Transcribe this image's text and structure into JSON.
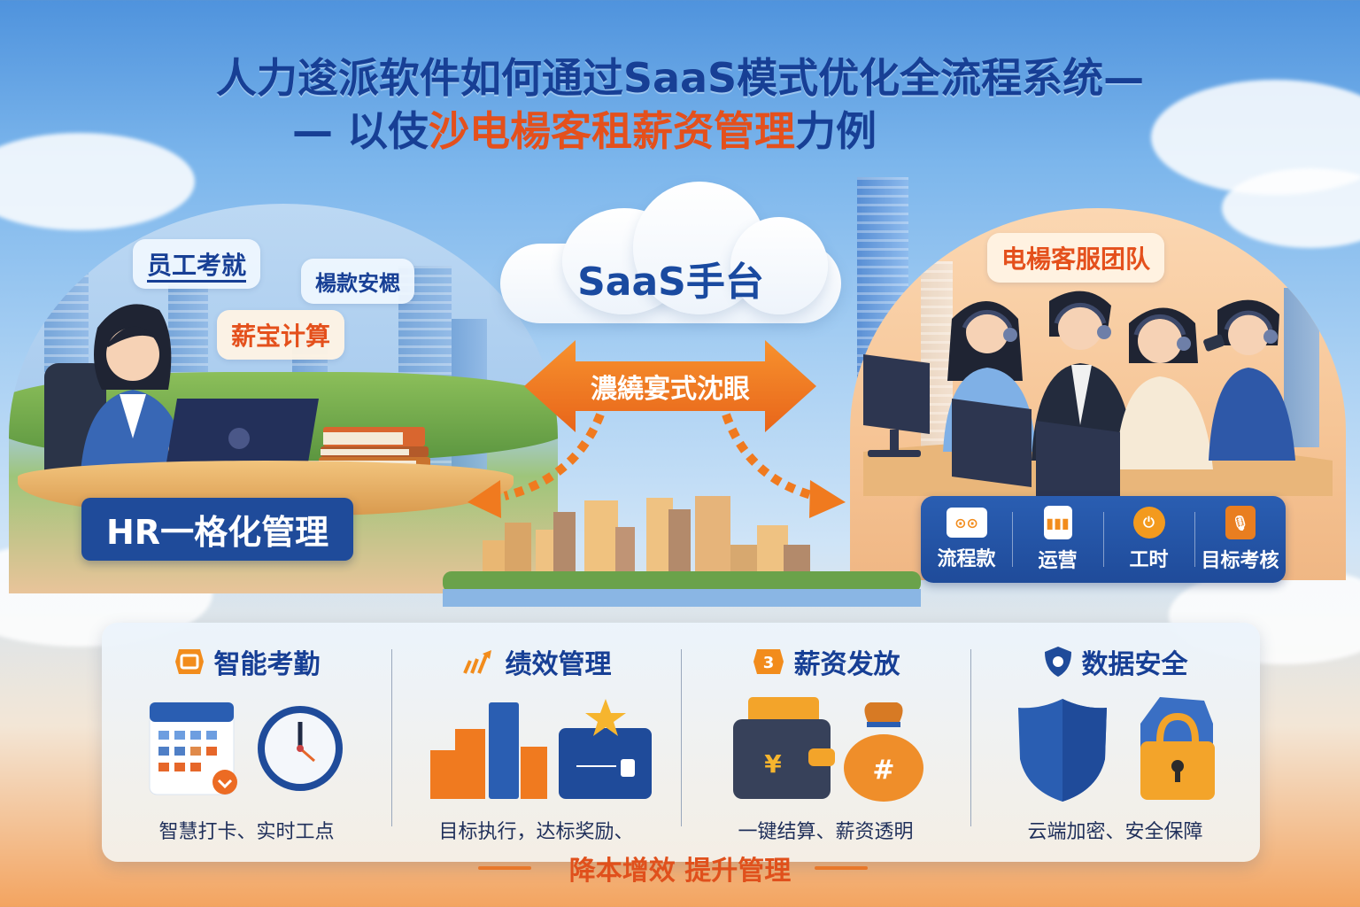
{
  "title": {
    "line1": "人力逡派软件如何通过SaaS模式优化全流程系统—",
    "line2_prefix": "— 以伎",
    "line2_highlight": "沙电楊客租薪资管理",
    "line2_suffix": "力例"
  },
  "left_scene": {
    "tags": [
      {
        "label": "员工考就",
        "style": "blue-underline"
      },
      {
        "label": "楊款安楒",
        "style": "blue"
      },
      {
        "label": "薪宝计算",
        "style": "orange"
      }
    ],
    "caption": "HR一格化管理"
  },
  "center": {
    "platform_label": "SaaS手台",
    "arrow_label": "濃繞宴式沈眼"
  },
  "right_scene": {
    "tag": "电楊客服团队",
    "features": [
      {
        "icon": "camera-icon",
        "label": "流程款"
      },
      {
        "icon": "bar-chart-icon",
        "label": "运营"
      },
      {
        "icon": "power-icon",
        "label": "工时"
      },
      {
        "icon": "microphone-icon",
        "label": "目标考核"
      }
    ]
  },
  "cards": [
    {
      "icon": "clock-badge-icon",
      "title": "智能考勤",
      "illustration": "calendar-and-clock",
      "desc": "智慧打卡、实时工点"
    },
    {
      "icon": "growth-arrow-icon",
      "title": "绩效管理",
      "illustration": "bar-chart-and-folder",
      "desc": "目标执行，达标奖励、"
    },
    {
      "icon": "salary-badge-icon",
      "title": "薪资发放",
      "illustration": "wallet-and-money-bag",
      "desc": "一键结算、薪资透明"
    },
    {
      "icon": "shield-icon",
      "title": "数据安全",
      "illustration": "shield-and-lock",
      "desc": "云端加密、安全保障"
    }
  ],
  "footer": {
    "slogan": "降本增效 提升管理"
  },
  "colors": {
    "primary_blue": "#173f95",
    "accent_orange": "#e4501c",
    "arrow_orange": "#f07a1f",
    "bar_blue": "#1f4b9a"
  }
}
